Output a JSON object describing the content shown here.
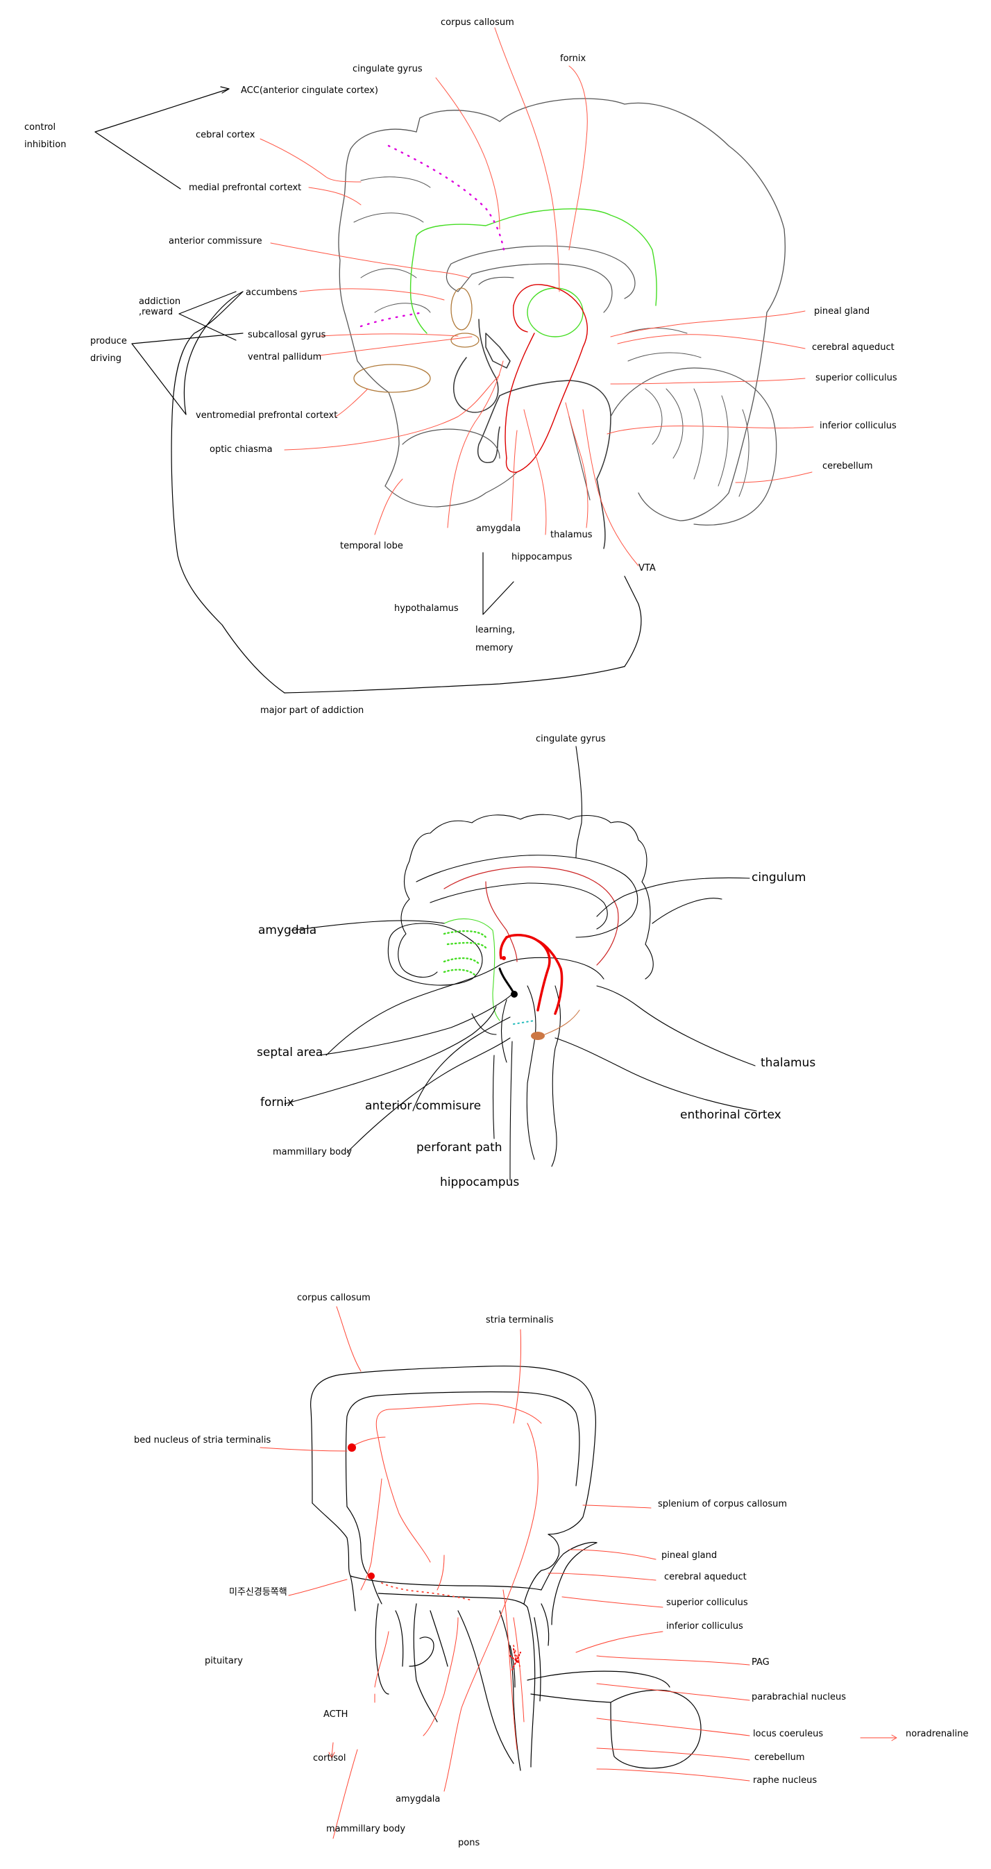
{
  "colors": {
    "red": "#ff3b2e",
    "dark_red": "#dd0000",
    "green": "#44dd22",
    "magenta": "#dd00dd",
    "brown": "#b07a3a",
    "gray": "#555555",
    "black": "#000000",
    "cyan": "#22bbbb"
  },
  "d1": {
    "left_group_1": [
      "control",
      "inhibition"
    ],
    "left_group_2": [
      "addiction",
      ",reward"
    ],
    "left_group_3": [
      "produce",
      "driving"
    ],
    "labels": {
      "corpus_callosum": "corpus callosum",
      "fornix": "fornix",
      "cingulate_gyrus": "cingulate gyrus",
      "acc": "ACC(anterior cingulate cortex)",
      "cebral_cortex": "cebral cortex",
      "medial_prefrontal": "medial prefrontal cortext",
      "anterior_commissure": "anterior commissure",
      "accumbens": "accumbens",
      "subcallosal": "subcallosal gyrus",
      "ventral_pallidum": "ventral pallidum",
      "ventromedial": "ventromedial prefrontal cortext",
      "optic_chiasma": "optic chiasma",
      "temporal_lobe": "temporal lobe",
      "amygdala": "amygdala",
      "thalamus": "thalamus",
      "hippocampus": "hippocampus",
      "vta": "VTA",
      "hypothalamus": "hypothalamus",
      "learning": "learning,",
      "memory": "memory",
      "pineal_gland": "pineal gland",
      "cerebral_aqueduct": "cerebral aqueduct",
      "superior_colliculus": "superior colliculus",
      "inferior_colliculus": "inferior colliculus",
      "cerebellum": "cerebellum",
      "major_part": "major part of addiction"
    }
  },
  "d2": {
    "labels": {
      "cingulate_gyrus": "cingulate gyrus",
      "cingulum": "cingulum",
      "amygdala": "amygdala",
      "thalamus": "thalamus",
      "septal_area": "septal area",
      "enthorinal_cortex": "enthorinal cortex",
      "fornix": "fornix",
      "anterior_commisure": "anterior commisure",
      "mammillary_body": "mammillary body",
      "perforant_path": "perforant path",
      "hippocampus": "hippocampus"
    }
  },
  "d3": {
    "labels": {
      "corpus_callosum": "corpus callosum",
      "stria_terminalis": "stria terminalis",
      "bed_nucleus": "bed nucleus of stria terminalis",
      "splenium": "splenium of corpus callosum",
      "pineal_gland": "pineal gland",
      "cerebral_aqueduct": "cerebral aqueduct",
      "korean": "미주신경등쪽핵",
      "superior_colliculus": "superior colliculus",
      "inferior_colliculus": "inferior colliculus",
      "pituitary": "pituitary",
      "pag": "PAG",
      "parabrachial": "parabrachial nucleus",
      "acth": "ACTH",
      "locus_coeruleus": "locus coeruleus",
      "noradrenaline": "noradrenaline",
      "cortisol": "cortisol",
      "cerebellum": "cerebellum",
      "raphe": "raphe nucleus",
      "amygdala": "amygdala",
      "mammillary_body": "mammillary body",
      "pons": "pons"
    }
  }
}
